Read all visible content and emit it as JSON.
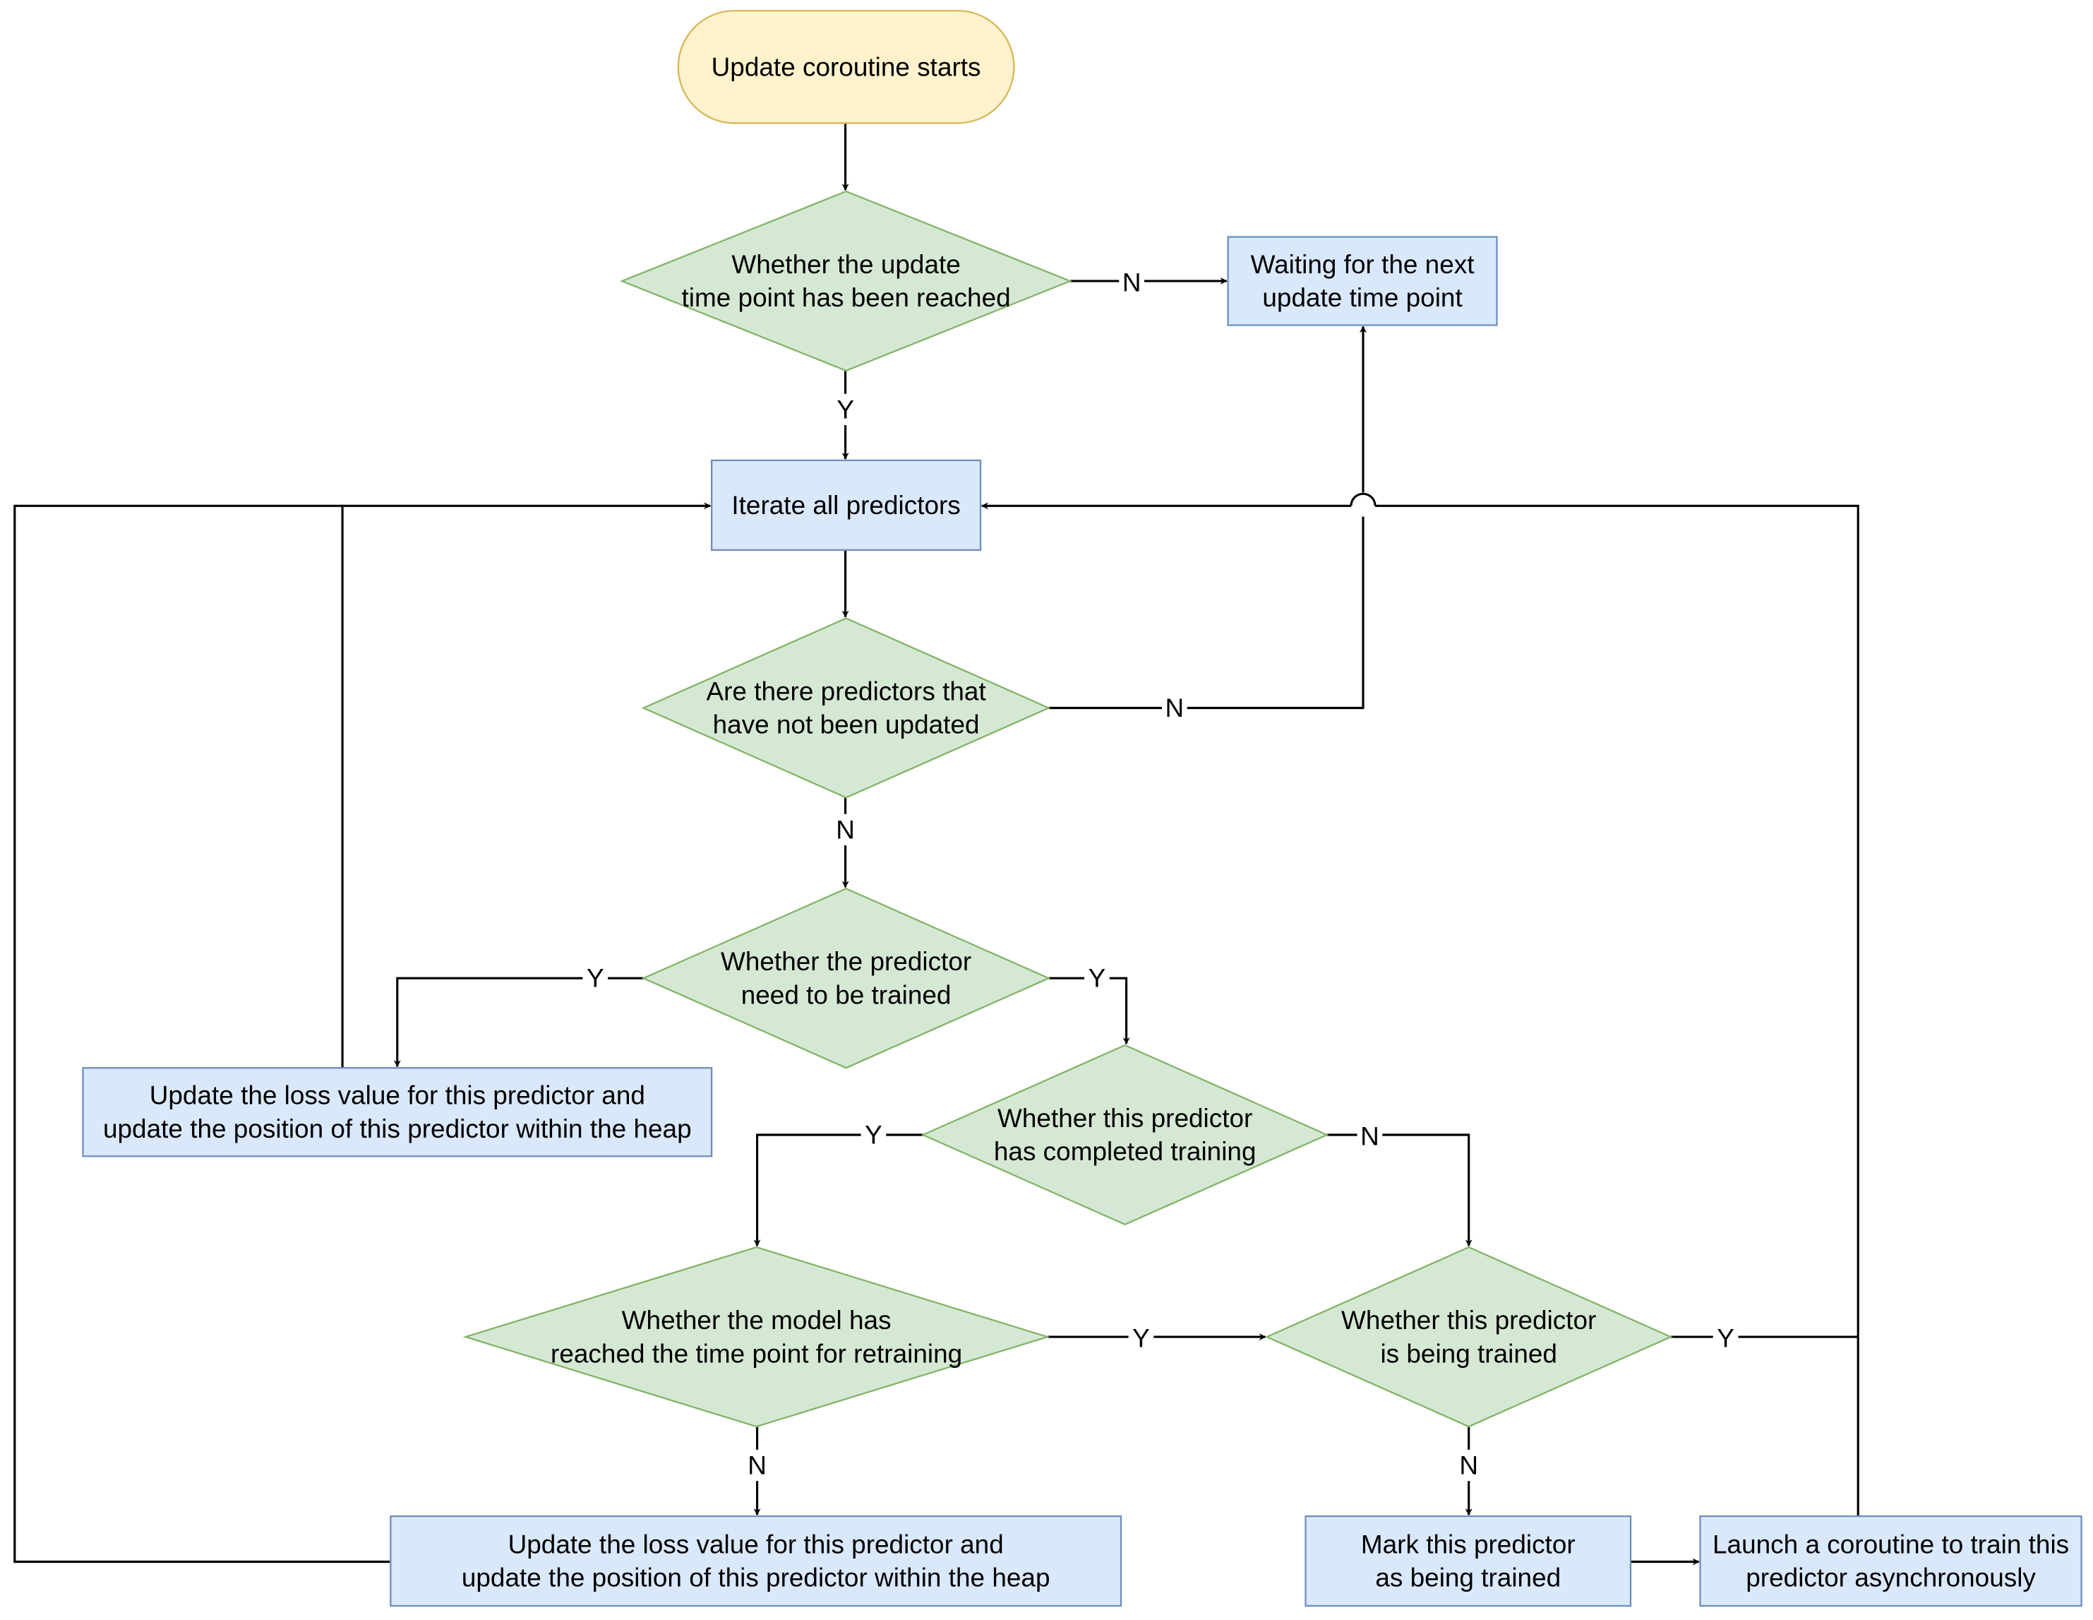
{
  "colors": {
    "start_fill": "#fff2cc",
    "start_stroke": "#d6b656",
    "decision_fill": "#d5e8d4",
    "decision_stroke": "#82b366",
    "process_fill": "#dae8fc",
    "process_stroke": "#6c8ebf",
    "edge": "#000000"
  },
  "nodes": {
    "start": {
      "lines": [
        "Update coroutine starts"
      ]
    },
    "d_time": {
      "lines": [
        "Whether the update",
        "time point has been reached"
      ]
    },
    "p_wait": {
      "lines": [
        "Waiting for the next",
        "update time point"
      ]
    },
    "p_iterate": {
      "lines": [
        "Iterate all predictors"
      ]
    },
    "d_remaining": {
      "lines": [
        "Are there predictors that",
        "have not been updated"
      ]
    },
    "d_need_train": {
      "lines": [
        "Whether the predictor",
        "need to be trained"
      ]
    },
    "p_update_loss_1": {
      "lines": [
        "Update the loss value for this predictor and",
        "update the position of this predictor within the heap"
      ]
    },
    "d_completed": {
      "lines": [
        "Whether this predictor",
        "has completed training"
      ]
    },
    "d_retrain_time": {
      "lines": [
        "Whether the model has",
        "reached the time point for retraining"
      ]
    },
    "d_being_trained": {
      "lines": [
        "Whether this predictor",
        "is being trained"
      ]
    },
    "p_update_loss_2": {
      "lines": [
        "Update the loss value for this predictor and",
        "update the position of this predictor within the heap"
      ]
    },
    "p_mark": {
      "lines": [
        "Mark this predictor",
        "as being trained"
      ]
    },
    "p_launch": {
      "lines": [
        "Launch a coroutine to train this",
        "predictor asynchronously"
      ]
    }
  },
  "edges": {
    "e1": {
      "label": ""
    },
    "e2": {
      "label": "N"
    },
    "e3": {
      "label": "Y"
    },
    "e4": {
      "label": ""
    },
    "e5": {
      "label": "N"
    },
    "e6": {
      "label": "Y"
    },
    "e7": {
      "label": "N"
    },
    "e8": {
      "label": "Y"
    },
    "e9": {
      "label": ""
    },
    "e10": {
      "label": "Y"
    },
    "e11": {
      "label": "N"
    },
    "e12": {
      "label": "Y"
    },
    "e13": {
      "label": "N"
    },
    "e14": {
      "label": "N"
    },
    "e15": {
      "label": ""
    },
    "e16": {
      "label": ""
    },
    "e17": {
      "label": "Y"
    },
    "e18": {
      "label": ""
    }
  }
}
